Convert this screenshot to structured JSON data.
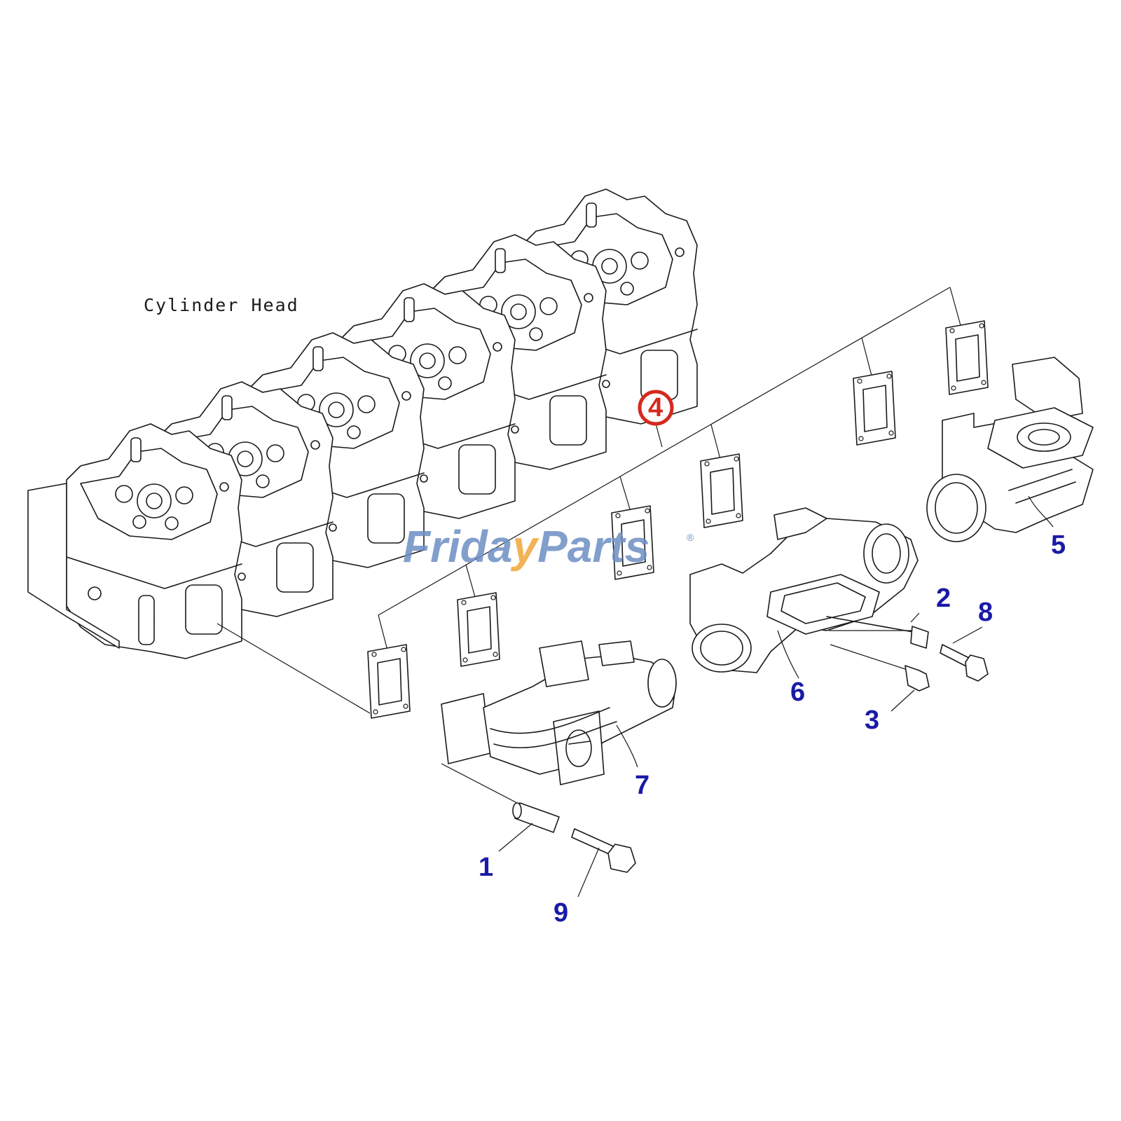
{
  "caption": "Cylinder Head",
  "watermark": {
    "part1": "Frid",
    "part2": "a",
    "part3": "y",
    "part4": "Parts",
    "reg": "®"
  },
  "callouts": [
    "1",
    "2",
    "3",
    "4",
    "5",
    "6",
    "7",
    "8",
    "9"
  ],
  "highlighted_callout": "4",
  "colors": {
    "callout_text": "#1a1aa8",
    "highlight_ring": "#d42a1e",
    "watermark_blue": "#6d8fc4",
    "watermark_orange": "#f0a63a",
    "linework": "#1a1a1a"
  }
}
